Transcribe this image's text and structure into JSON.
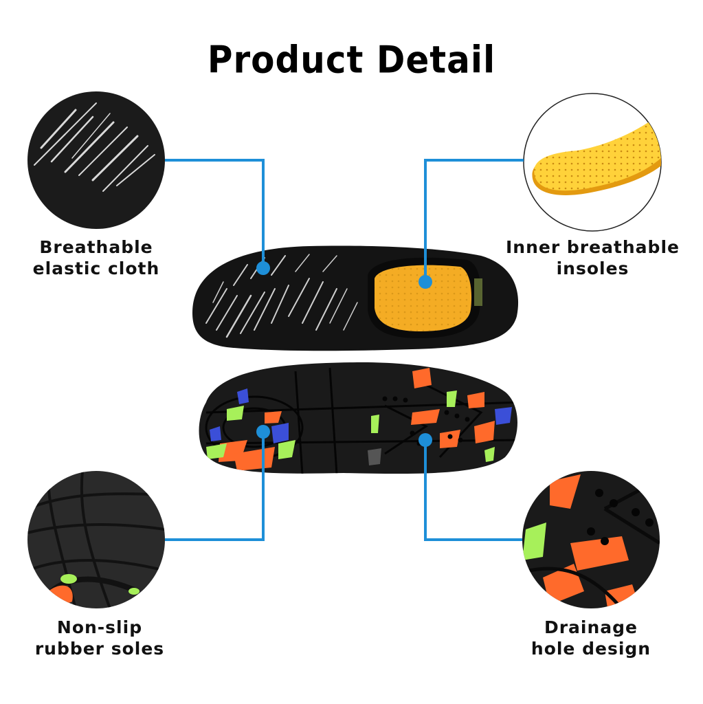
{
  "page": {
    "title": "Product Detail"
  },
  "features": [
    {
      "line1": "Breathable",
      "line2": "elastic cloth"
    },
    {
      "line1": "Inner breathable",
      "line2": "insoles"
    },
    {
      "line1": "Non-slip",
      "line2": "rubber soles"
    },
    {
      "line1": "Drainage",
      "line2": "hole design"
    }
  ],
  "colors": {
    "connector": "#1e8fd8",
    "shoe_body": "#141414",
    "insole": "#f6b62a",
    "sole_orange": "#ff6a2b",
    "sole_green": "#a7f05a",
    "sole_blue": "#3b4fd8"
  }
}
